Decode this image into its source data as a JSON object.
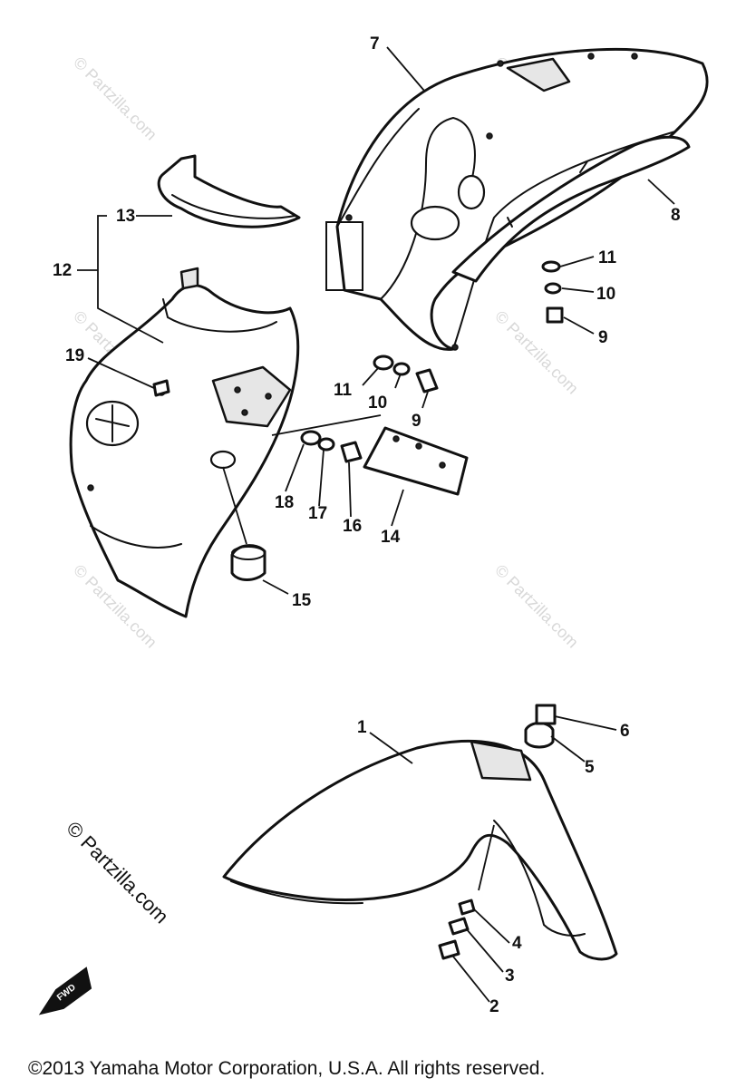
{
  "watermark": "© Partzilla.com",
  "fwd_label": "FWD",
  "copyright": "©2013 Yamaha Motor Corporation, U.S.A. All rights reserved.",
  "callouts": {
    "c1": "1",
    "c2": "2",
    "c3": "3",
    "c4": "4",
    "c5": "5",
    "c6": "6",
    "c7": "7",
    "c8": "8",
    "c9a": "9",
    "c9b": "9",
    "c10a": "10",
    "c10b": "10",
    "c11a": "11",
    "c11b": "11",
    "c12": "12",
    "c13": "13",
    "c14": "14",
    "c15": "15",
    "c16": "16",
    "c17": "17",
    "c18": "18",
    "c19": "19"
  }
}
